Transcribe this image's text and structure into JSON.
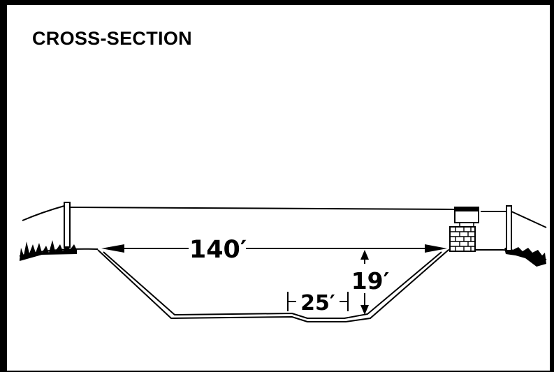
{
  "title": "CROSS-SECTION",
  "dimensions": {
    "width": "140′",
    "depth": "19′",
    "bottom": "25′"
  },
  "colors": {
    "ink": "#000000",
    "paper": "#ffffff"
  }
}
